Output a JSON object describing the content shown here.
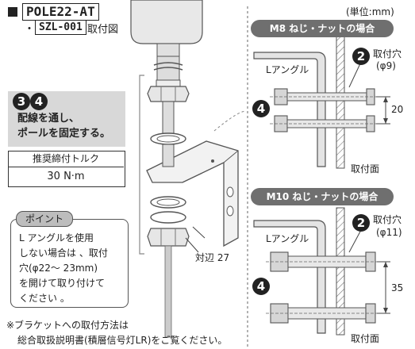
{
  "header": {
    "model": "POLE22-AT",
    "bullet": "・",
    "code": "SZL-001",
    "code_suffix": "取付図",
    "unit": "(単位:mm)"
  },
  "steps": {
    "num_a": "3",
    "num_b": "4",
    "line1": "配線を通し、",
    "line2": "ポールを固定する。"
  },
  "torque": {
    "label": "推奨締付トルク",
    "value": "30 N·m"
  },
  "point": {
    "tab": "ポイント",
    "line1": "L アングルを使用",
    "line2": "しない場合は 、取付",
    "line3": "穴(φ22〜 23mm)",
    "line4": "を開けて取り付けて",
    "line5": "ください 。"
  },
  "across_flats": "対辺 27",
  "footnote": {
    "line1": "※ブラケットへの取付方法は",
    "line2": "総合取扱説明書(積層信号灯LR)をご覧ください。"
  },
  "m8": {
    "title": "M8 ねじ・ナットの場合",
    "angle": "Lアングル",
    "hole_num": "2",
    "hole_label": "取付穴",
    "hole_size": "(φ9)",
    "bolt_num": "4",
    "dim": "20",
    "surface": "取付面"
  },
  "m10": {
    "title": "M10 ねじ・ナットの場合",
    "angle": "Lアングル",
    "hole_num": "2",
    "hole_label": "取付穴",
    "hole_size": "(φ11)",
    "bolt_num": "4",
    "dim": "35",
    "surface": "取付面"
  }
}
